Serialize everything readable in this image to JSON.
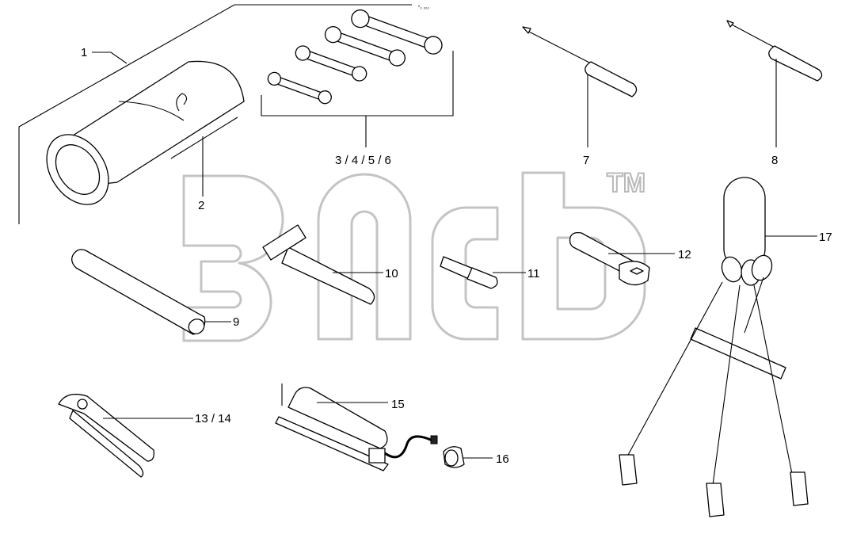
{
  "watermark": {
    "trademark": "TM"
  },
  "header_code": "⁰₀ ₀₀₀",
  "callouts": [
    {
      "id": "c1",
      "text": "1"
    },
    {
      "id": "c2",
      "text": "2"
    },
    {
      "id": "c3456",
      "text": "3 / 4 / 5 / 6"
    },
    {
      "id": "c7",
      "text": "7"
    },
    {
      "id": "c8",
      "text": "8"
    },
    {
      "id": "c9",
      "text": "9"
    },
    {
      "id": "c10",
      "text": "10"
    },
    {
      "id": "c11",
      "text": "11"
    },
    {
      "id": "c12",
      "text": "12"
    },
    {
      "id": "c1314",
      "text": "13 / 14"
    },
    {
      "id": "c15",
      "text": "15"
    },
    {
      "id": "c16",
      "text": "16"
    },
    {
      "id": "c17",
      "text": "17"
    }
  ]
}
